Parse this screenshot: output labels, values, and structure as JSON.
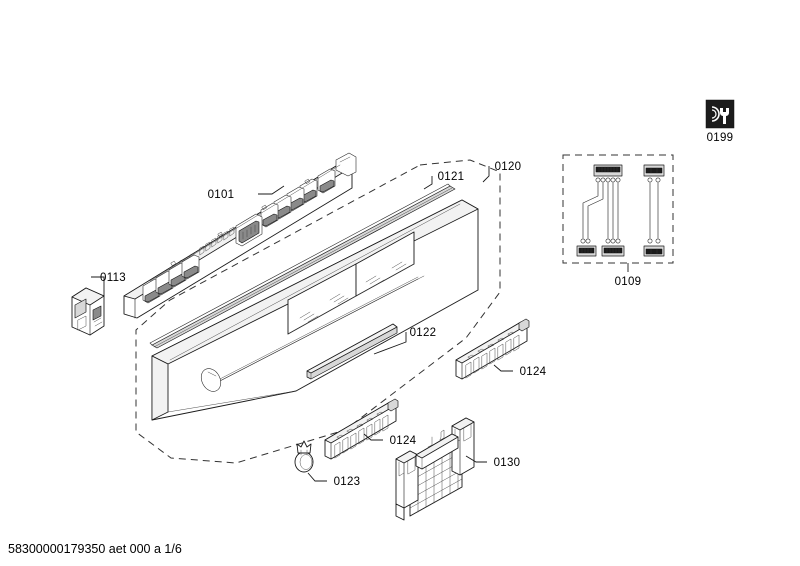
{
  "sheet": {
    "footer_text": "58300000179350 aet 000 a 1/6",
    "background_color": "#ffffff",
    "line_color": "#1a1a1a"
  },
  "callouts": [
    {
      "id": "0101",
      "label": "0101",
      "role": "control-panel-pcb"
    },
    {
      "id": "0109",
      "label": "0109",
      "role": "wiring-harness-set"
    },
    {
      "id": "0113",
      "label": "0113",
      "role": "connector-bracket"
    },
    {
      "id": "0120",
      "label": "0120",
      "role": "door-fascia-assembly"
    },
    {
      "id": "0121",
      "label": "0121",
      "role": "handle-strip"
    },
    {
      "id": "0122",
      "label": "0122",
      "role": "trim-strip"
    },
    {
      "id": "0123",
      "label": "0123",
      "role": "retaining-clip"
    },
    {
      "id": "0124a",
      "label": "0124",
      "role": "button-strip-upper"
    },
    {
      "id": "0124b",
      "label": "0124",
      "role": "button-strip-lower"
    },
    {
      "id": "0130",
      "label": "0130",
      "role": "mounting-bracket"
    },
    {
      "id": "0199",
      "label": "0199",
      "role": "service-kit-icon"
    }
  ],
  "labels": {
    "c0101": "0101",
    "c0109": "0109",
    "c0113": "0113",
    "c0120": "0120",
    "c0121": "0121",
    "c0122": "0122",
    "c0123": "0123",
    "c0124_upper": "0124",
    "c0124_lower": "0124",
    "c0130": "0130",
    "c0199": "0199"
  }
}
